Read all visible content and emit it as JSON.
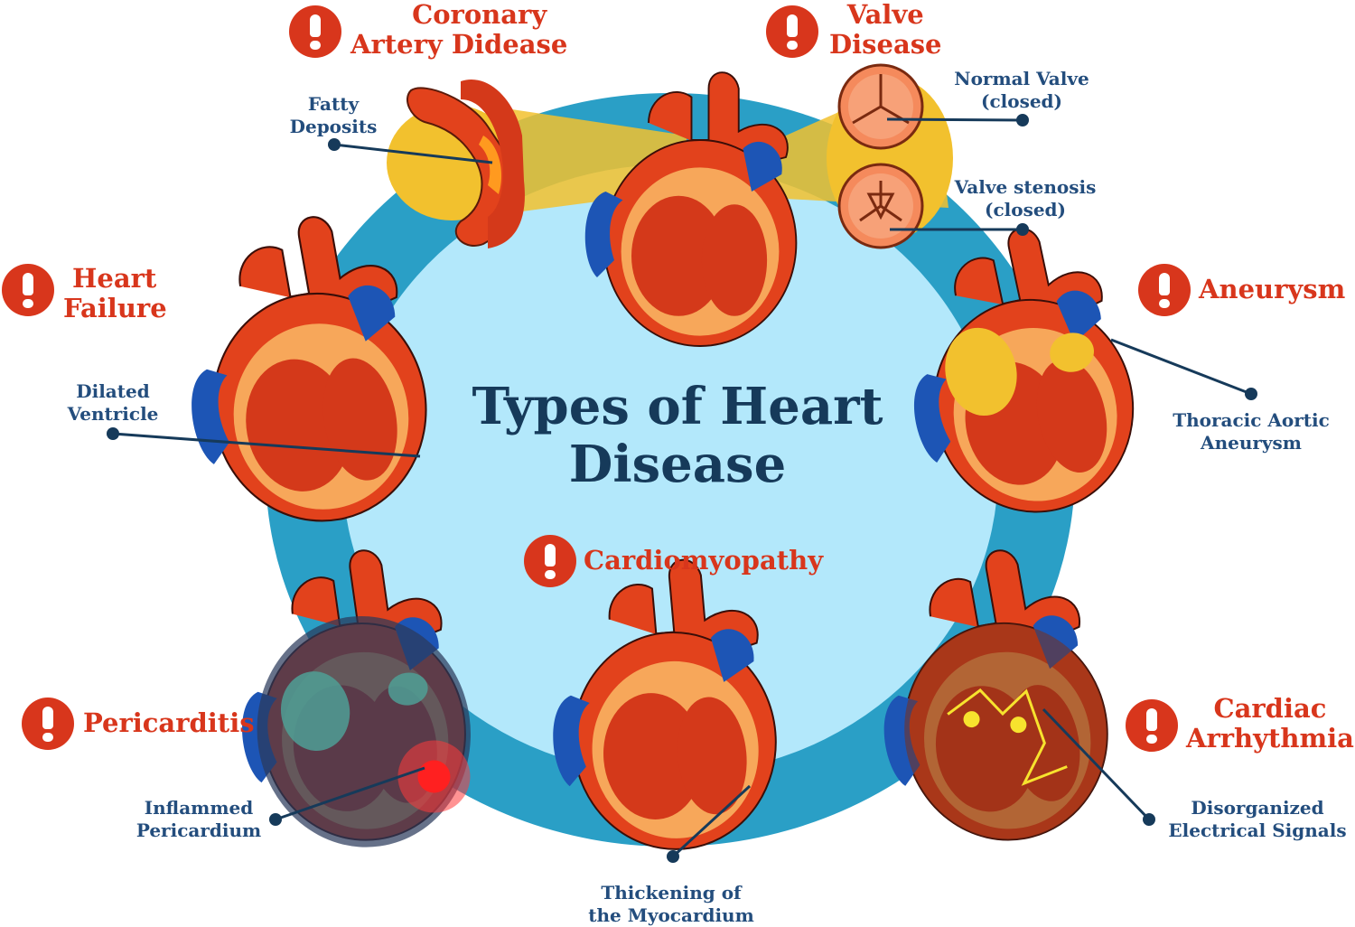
{
  "title": {
    "line1": "Types of Heart",
    "line2": "Disease"
  },
  "diseases": [
    {
      "key": "coronary",
      "line1": "Coronary",
      "line2": "Artery Didease"
    },
    {
      "key": "valve",
      "line1": "Valve",
      "line2": "Disease"
    },
    {
      "key": "heart_failure",
      "line1": "Heart",
      "line2": "Failure"
    },
    {
      "key": "aneurysm",
      "line1": "Aneurysm"
    },
    {
      "key": "cardiomyopathy",
      "line1": "Cardiomyopathy"
    },
    {
      "key": "pericarditis",
      "line1": "Pericarditis"
    },
    {
      "key": "arrhythmia",
      "line1": "Cardiac",
      "line2": "Arrhythmia"
    }
  ],
  "labels": [
    {
      "key": "fatty",
      "line1": "Fatty",
      "line2": "Deposits"
    },
    {
      "key": "normal_valve",
      "line1": "Normal Valve",
      "line2": "(closed)"
    },
    {
      "key": "valve_stenosis",
      "line1": "Valve stenosis",
      "line2": "(closed)"
    },
    {
      "key": "dilated",
      "line1": "Dilated",
      "line2": "Ventricle"
    },
    {
      "key": "thoracic",
      "line1": "Thoracic Aortic",
      "line2": "Aneurysm"
    },
    {
      "key": "inflamed",
      "line1": "Inflammed",
      "line2": "Pericardium"
    },
    {
      "key": "thickening",
      "line1": "Thickening of",
      "line2": "the Myocardium"
    },
    {
      "key": "disorganized",
      "line1": "Disorganized",
      "line2": "Electrical Signals"
    }
  ],
  "icons": [
    "warning-icon"
  ],
  "colors": {
    "ring": "#2a9fc6",
    "ring_fill": "#b3e8fb",
    "heading": "#163a5a",
    "disease_red": "#d8361c",
    "label_blue": "#234d7d",
    "heart_red": "#e2421c",
    "heart_orange": "#f7a75a",
    "vein_blue": "#1d55b5",
    "highlight_yellow": "#f2c12e"
  }
}
